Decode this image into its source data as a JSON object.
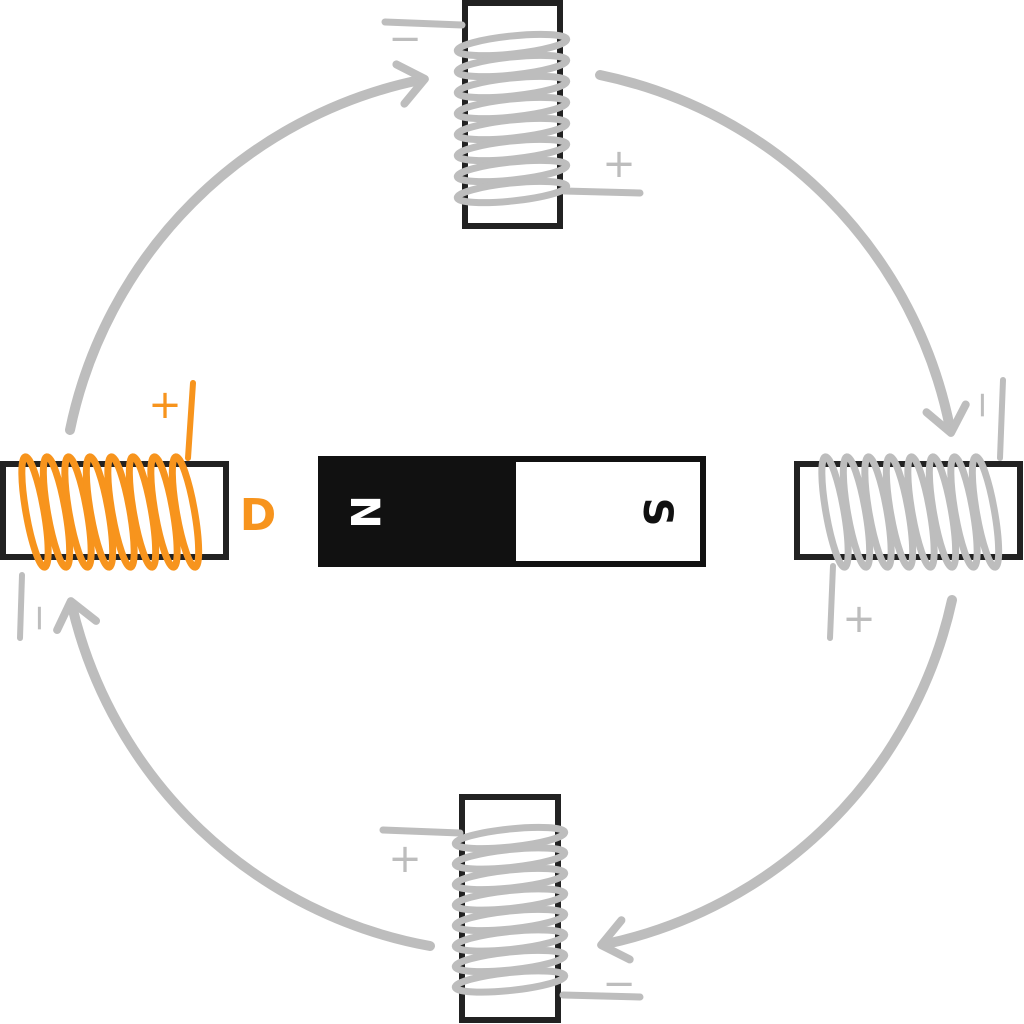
{
  "colors": {
    "active": "#F7941D",
    "inactive": "#BDBDBD",
    "outline": "#222222",
    "magnet_north": "#111111",
    "magnet_south": "#FFFFFF"
  },
  "magnet": {
    "north_label": "N",
    "south_label": "S"
  },
  "coils": {
    "top": {
      "left_sign": "−",
      "right_sign": "+"
    },
    "right": {
      "top_sign": "−",
      "bottom_sign": "+"
    },
    "bottom": {
      "left_sign": "+",
      "right_sign": "−"
    },
    "left": {
      "top_sign": "+",
      "bottom_sign": "−",
      "label": "D"
    }
  },
  "rotation_direction": "clockwise"
}
